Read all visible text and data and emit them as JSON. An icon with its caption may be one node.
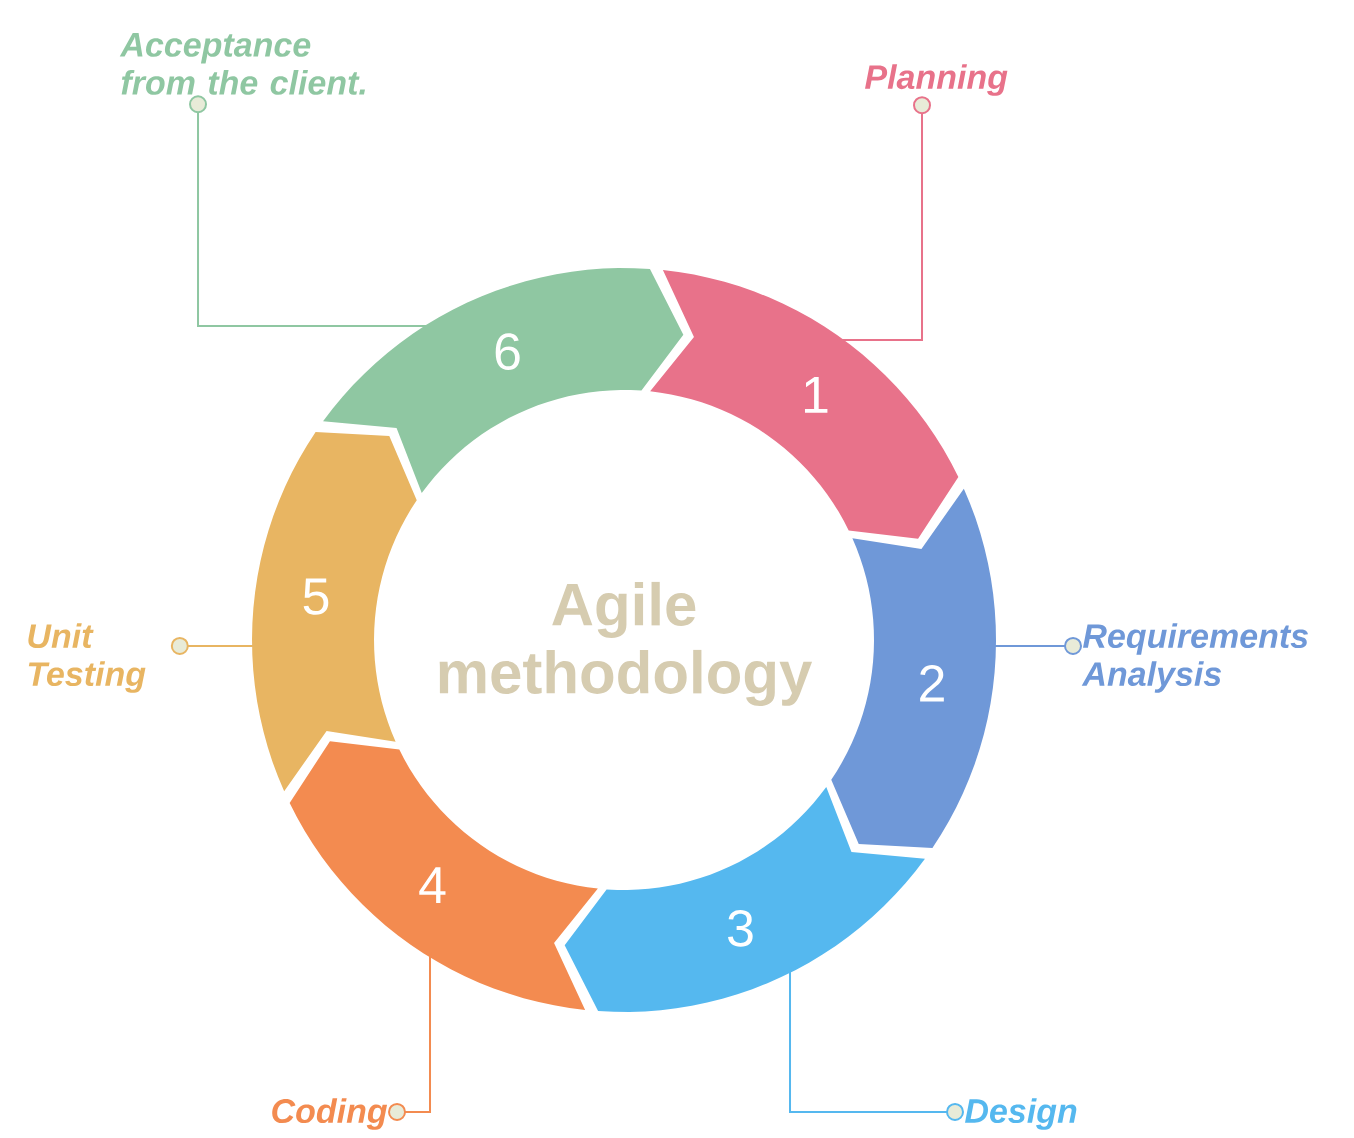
{
  "diagram": {
    "nodes": [
      {
        "text": [
          "1"
        ]
      },
      {
        "text": [
          "2"
        ]
      },
      {
        "text": [
          "3"
        ]
      },
      {
        "text": [
          "4"
        ]
      },
      {
        "text": [
          "5"
        ]
      },
      {
        "text": [
          "6"
        ]
      },
      {
        "text": [
          "Acceptance from the client."
        ]
      },
      {
        "text": [
          "Planning"
        ]
      },
      {
        "text": [
          "Unit Testing"
        ]
      },
      {
        "text": [
          "Requirements Analysis"
        ]
      },
      {
        "text": [
          "Coding"
        ]
      },
      {
        "text": [
          "Design"
        ]
      }
    ],
    "edges": [
      {
        "from": 7,
        "to": 0,
        "arrow": "other",
        "color": "#e8728a"
      },
      {
        "from": 9,
        "to": 1,
        "arrow": "other",
        "color": "#6f98d8"
      },
      {
        "from": 11,
        "to": 2,
        "arrow": "other",
        "color": "#55b8ef"
      },
      {
        "from": 10,
        "to": 3,
        "arrow": "other",
        "color": "#f38b50"
      },
      {
        "from": 8,
        "to": 4,
        "arrow": "other",
        "color": "#e8b562"
      },
      {
        "from": 6,
        "to": 5,
        "arrow": "other",
        "color": "#8fc7a2"
      }
    ],
    "labels": [
      "Agile methodology"
    ]
  }
}
